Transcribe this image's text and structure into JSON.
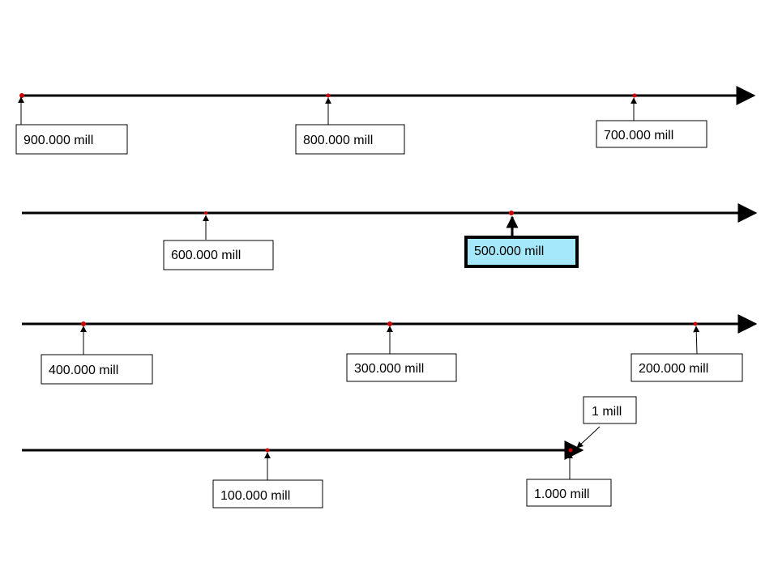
{
  "timeline": {
    "rows": [
      {
        "id": "row-1",
        "markers": [
          {
            "label": "900.000 mill",
            "highlight": false
          },
          {
            "label": "800.000 mill",
            "highlight": false
          },
          {
            "label": "700.000 mill",
            "highlight": false
          }
        ]
      },
      {
        "id": "row-2",
        "markers": [
          {
            "label": "600.000 mill",
            "highlight": false
          },
          {
            "label": "500.000 mill",
            "highlight": true
          }
        ]
      },
      {
        "id": "row-3",
        "markers": [
          {
            "label": "400.000 mill",
            "highlight": false
          },
          {
            "label": "300.000 mill",
            "highlight": false
          },
          {
            "label": "200.000 mill",
            "highlight": false
          }
        ]
      },
      {
        "id": "row-4",
        "markers": [
          {
            "label": "100.000 mill",
            "highlight": false
          },
          {
            "label": "1.000 mill",
            "highlight": false
          },
          {
            "label": "1 mill",
            "highlight": false
          }
        ]
      }
    ],
    "colors": {
      "line": "#000000",
      "dot": "#cc0000",
      "box_fill": "#ffffff",
      "highlight_fill": "#a6e8fb",
      "box_border": "#000000"
    }
  }
}
